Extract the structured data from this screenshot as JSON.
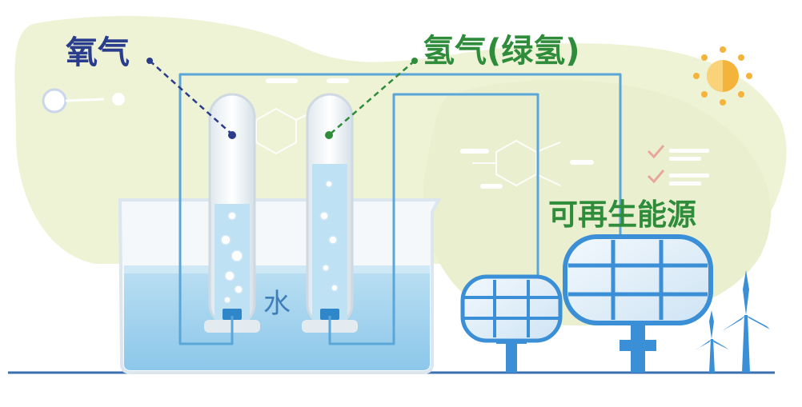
{
  "labels": {
    "oxygen": "氧气",
    "hydrogen": "氢气(绿氢)",
    "renewable": "可再生能源",
    "water": "水"
  },
  "colors": {
    "oxygen_label": "#2a3c8c",
    "hydrogen_label": "#2e8c3a",
    "renewable_label": "#2e8c3a",
    "water_label": "#3e7fb8",
    "background_blob": "#eef3d6",
    "water": "#a9d5ee",
    "wire": "#5aa6d8",
    "panel": "#3a8fd6",
    "sun": "#f4b43c"
  },
  "icons": [
    "sun-icon",
    "checkmark-icon",
    "molecule-icon",
    "solar-panel-icon",
    "wind-turbine-icon",
    "beaker-icon",
    "test-tube-icon",
    "electrode-icon"
  ]
}
